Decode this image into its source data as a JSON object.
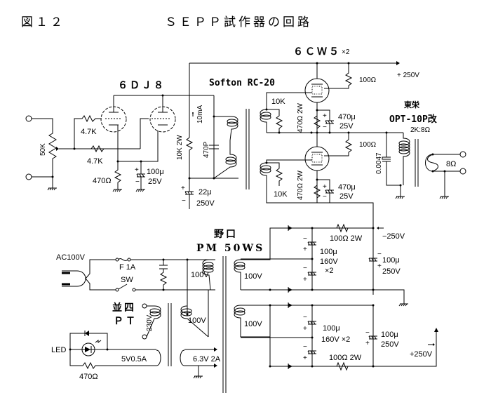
{
  "figure_label": "図１２",
  "title": "ＳＥＰＰ試作器の回路",
  "tubes": {
    "driver": "６ＤＪ８",
    "output": "６ＣＷ５",
    "output_count": "×2"
  },
  "interstage_transformer": "Softon RC-20",
  "output_transformer": {
    "maker": "東栄",
    "model": "OPT-10P改",
    "ratio": "2K:8Ω",
    "load": "8Ω",
    "cap": "0.0047"
  },
  "input_stage": {
    "volume": "50K",
    "grid_r1": "4.7K",
    "grid_r2": "4.7K",
    "cathode_r": "470Ω",
    "cathode_c": "100μ",
    "cathode_c_v": "25V",
    "plate_r": "10K 2W",
    "current": "10mA",
    "snubber_c": "470P",
    "decoupling_c": "22μ",
    "decoupling_v": "250V"
  },
  "output_stage": {
    "plus_supply": "+ 250V",
    "screen_r_top": "100Ω",
    "screen_r_bottom": "100Ω",
    "grid_r_top": "10K",
    "grid_r_bottom": "10K",
    "cathode_r_top": "470Ω 2W",
    "cathode_r_bottom": "470Ω 2W",
    "cathode_c_top": "470μ",
    "cathode_c_top_v": "25V",
    "cathode_c_bottom": "470μ",
    "cathode_c_bottom_v": "25V"
  },
  "power_supply": {
    "ac_in": "AC100V",
    "fuse": "F 1A",
    "switch": "SW",
    "pt1_maker": "野口",
    "pt1_model": "PM 50WS",
    "pt1_primary": "100V",
    "pt1_secondary": "100V",
    "pt2_maker": "並四",
    "pt2_model": "ＰＴ",
    "pt2_primary": "230V",
    "pt2_secondary": "100V",
    "pt1_secondary2": "100V",
    "heater_5v": "5V0.5A",
    "heater_63v": "6.3V  2A",
    "led": "LED",
    "led_r": "470Ω",
    "neg_r": "100Ω 2W",
    "neg_out": "−250V",
    "neg_caps": "100μ",
    "neg_caps_v": "160V",
    "neg_caps_n": "×2",
    "neg_filter_c": "100μ",
    "neg_filter_v": "250V",
    "pos_r": "100Ω 2W",
    "pos_out": "+250V",
    "pos_caps": "100μ",
    "pos_caps_v": "160V ×2",
    "pos_filter_c": "100μ",
    "pos_filter_v": "250V"
  }
}
